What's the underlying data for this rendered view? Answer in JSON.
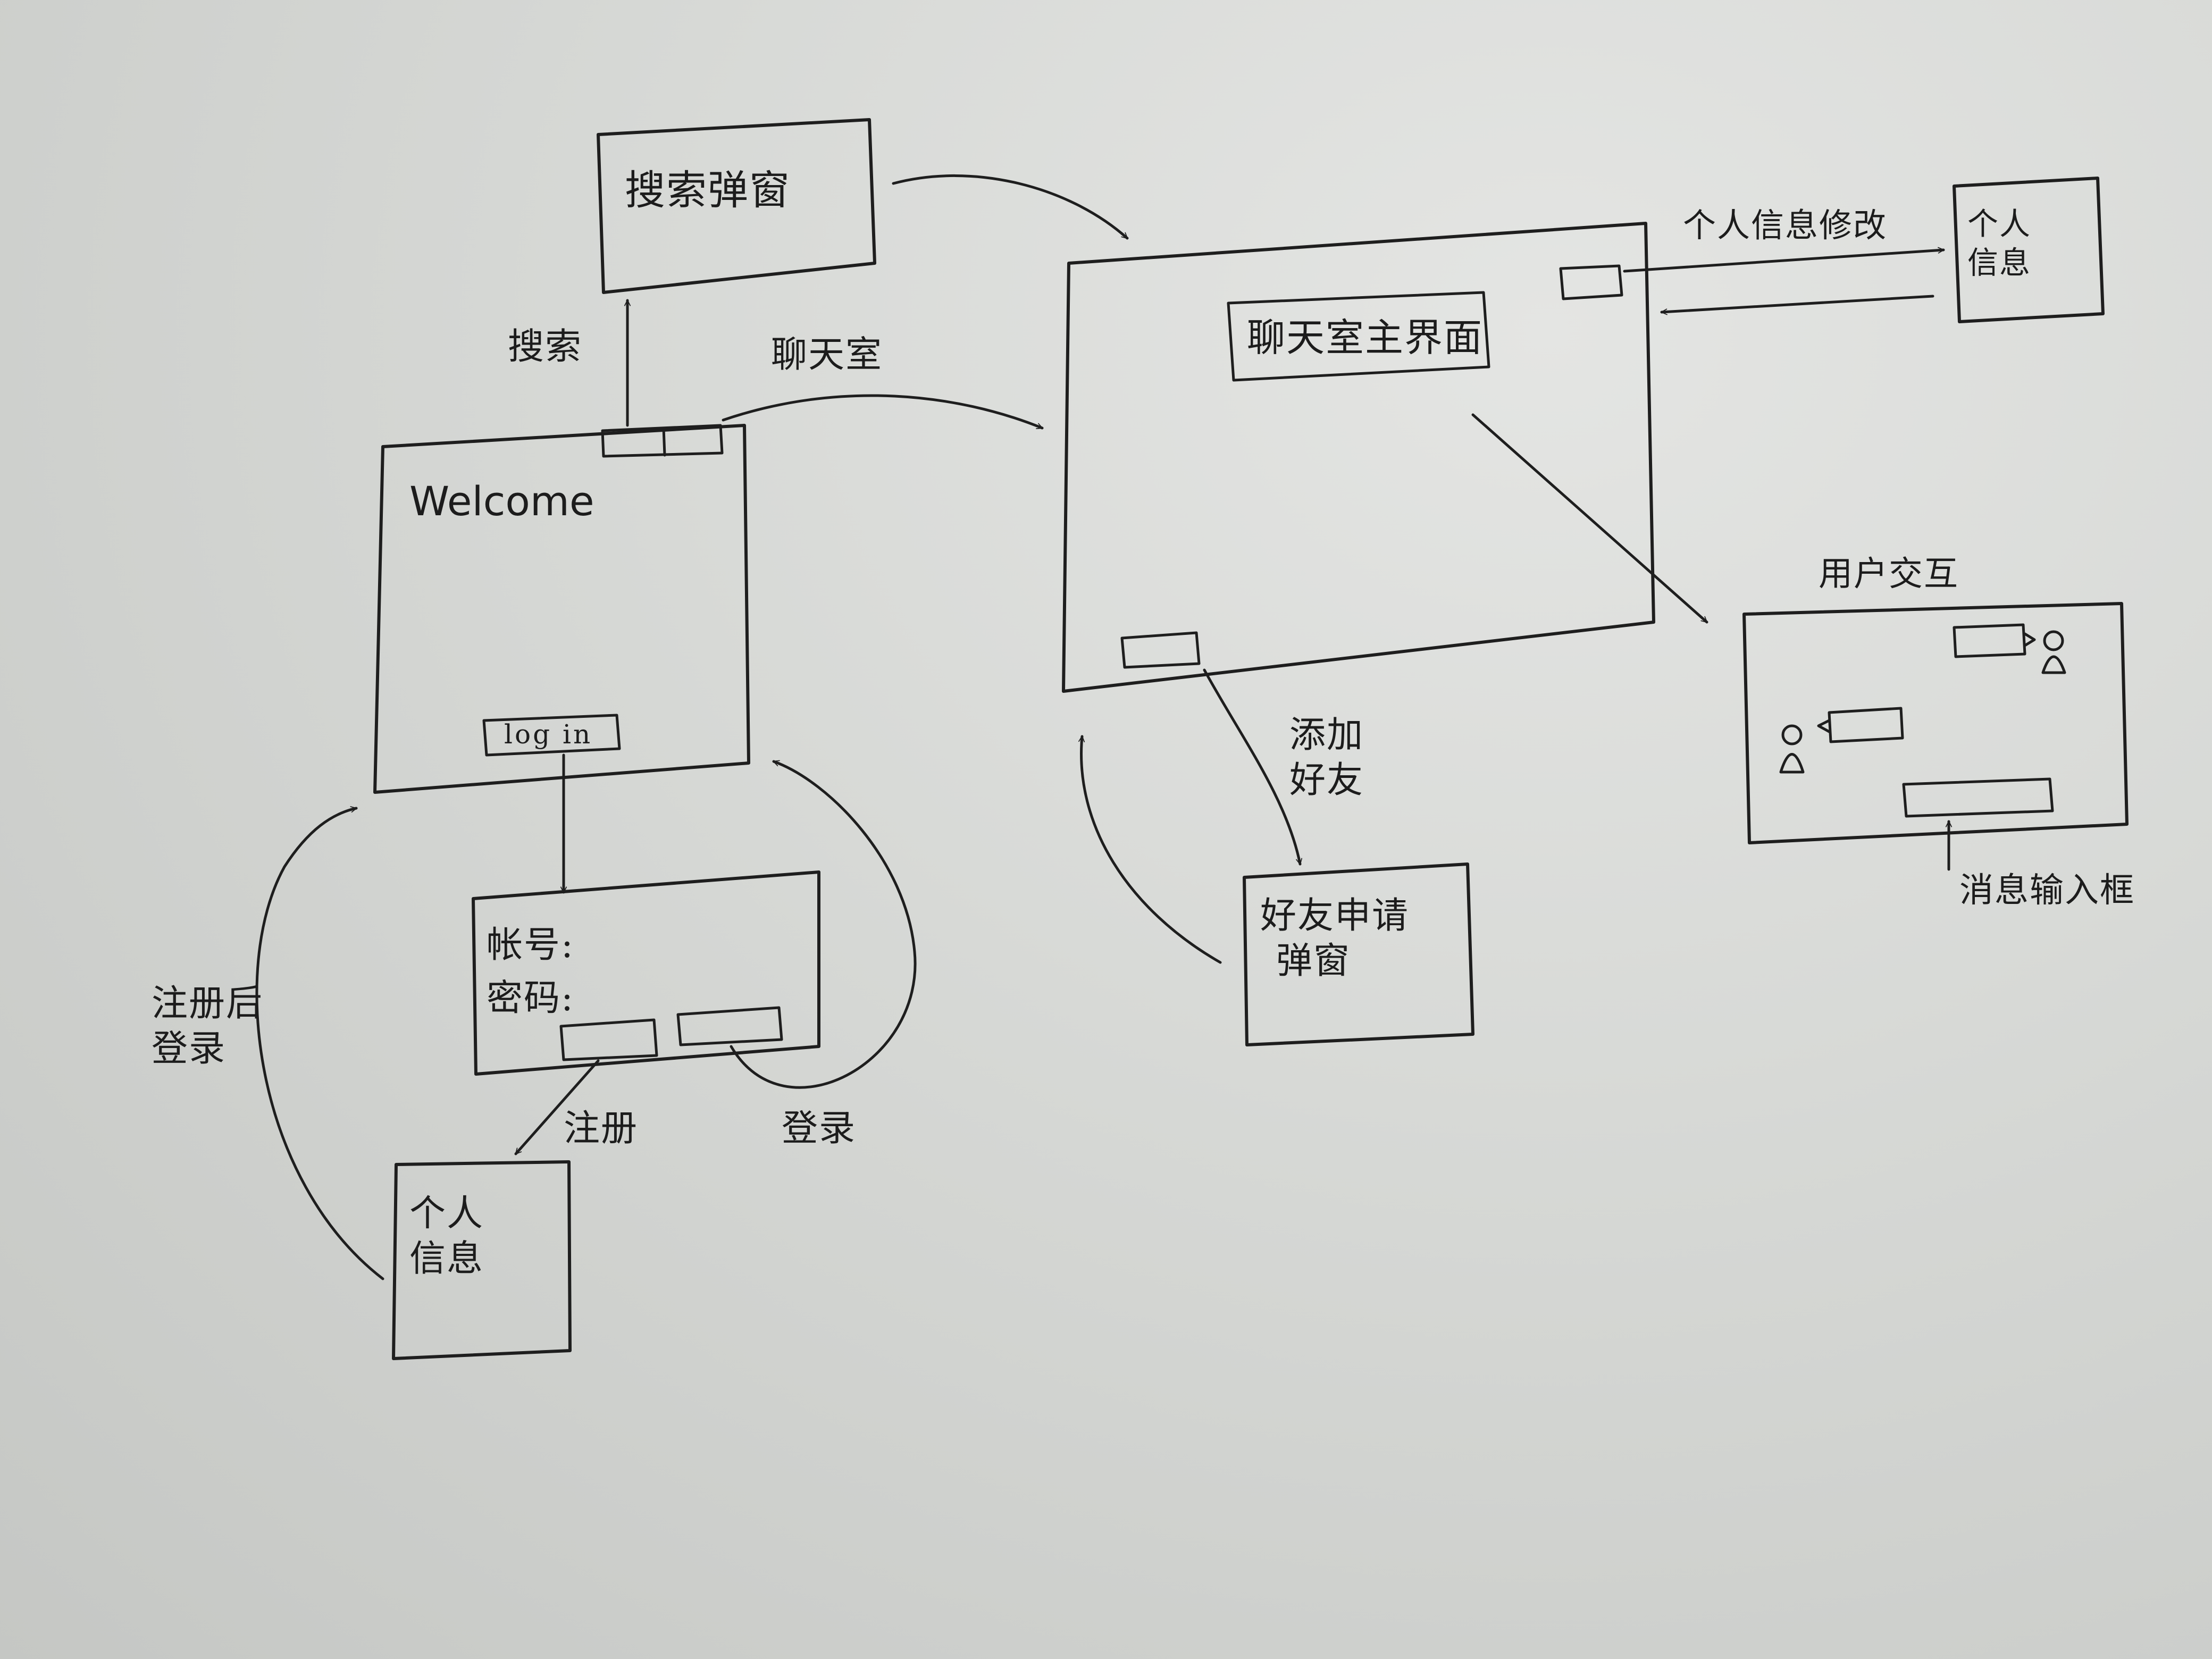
{
  "screens": {
    "search_popup": {
      "title": "搜索弹窗"
    },
    "welcome": {
      "title": "Welcome",
      "login_button": "log in"
    },
    "login_form": {
      "account_label": "帐号:",
      "password_label": "密码:"
    },
    "personal_info_register": {
      "line1": "个人",
      "line2": "信息"
    },
    "chat_main": {
      "title": "聊天室主界面"
    },
    "personal_info_chat": {
      "line1": "个人",
      "line2": "信息"
    },
    "user_interaction": {
      "title": "用户交互"
    },
    "friend_request_popup": {
      "line1": "好友申请",
      "line2": "弹窗"
    }
  },
  "arrows": {
    "search": "搜索",
    "chat_room": "聊天室",
    "register": "注册",
    "login": "登录",
    "login_after_register": {
      "line1": "注册后",
      "line2": "登录"
    },
    "edit_personal_info": "个人信息修改",
    "add_friend": {
      "line1": "添加",
      "line2": "好友"
    },
    "message_input_box": "消息输入框"
  }
}
